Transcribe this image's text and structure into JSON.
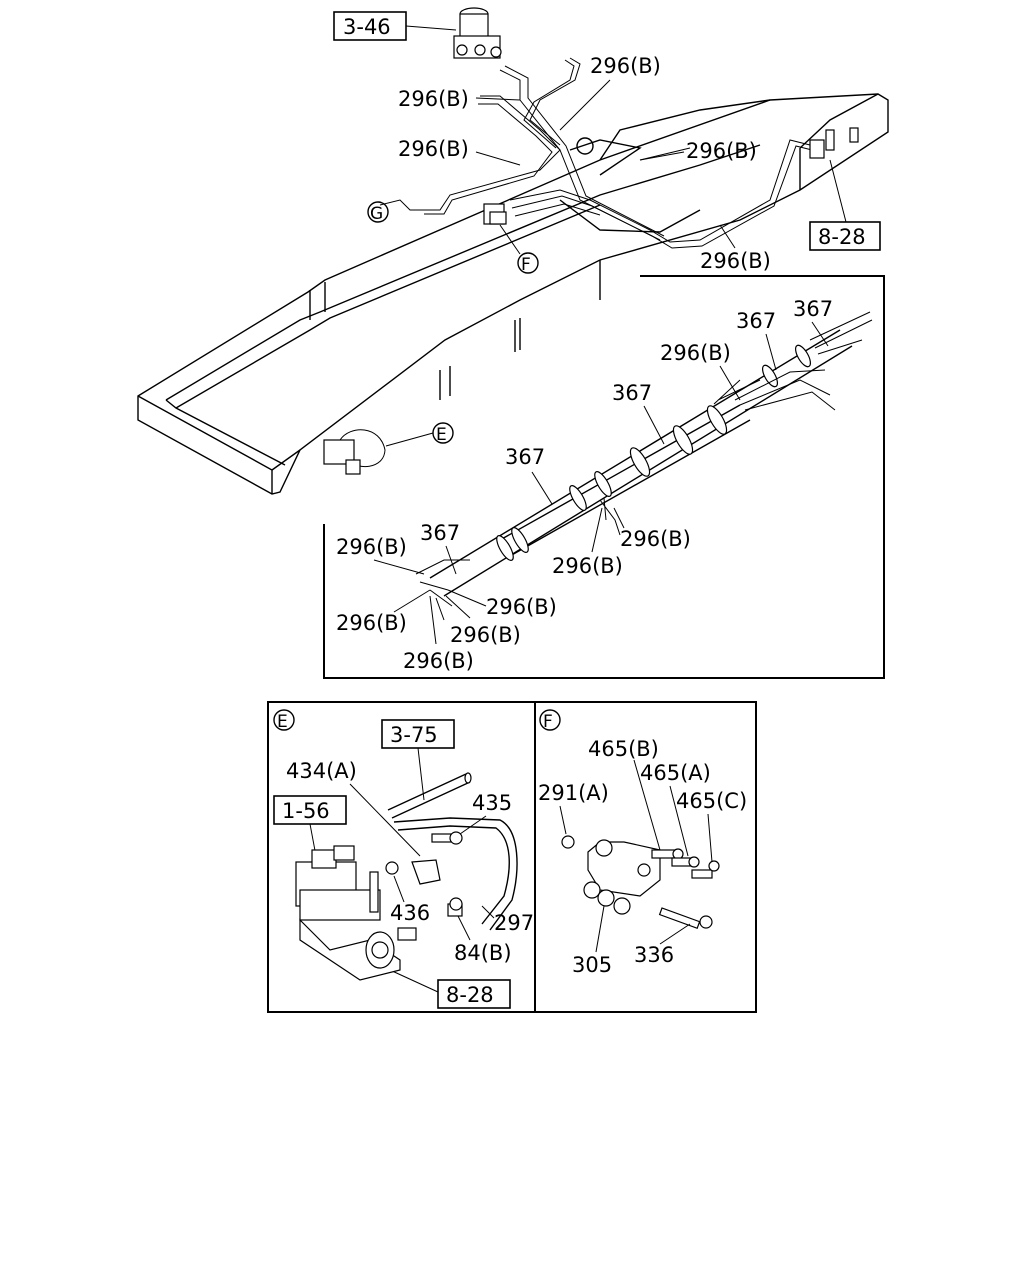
{
  "refs": {
    "r_3_46": "3-46",
    "r_8_28_top": "8-28",
    "r_3_75": "3-75",
    "r_1_56": "1-56",
    "r_8_28_e": "8-28"
  },
  "circles": {
    "g": "G",
    "f": "F",
    "e": "E",
    "panel_e": "E",
    "panel_f": "F"
  },
  "labels": {
    "t1": "296(B)",
    "t2": "296(B)",
    "t3": "296(B)",
    "t4": "296(B)",
    "t5": "296(B)",
    "d1": "367",
    "d2": "367",
    "d3": "296(B)",
    "d4": "367",
    "d5": "367",
    "d6": "367",
    "d7": "296(B)",
    "d8": "296(B)",
    "d9": "296(B)",
    "d10": "296(B)",
    "d11": "296(B)",
    "d12": "296(B)",
    "d13": "296(B)",
    "e1": "434(A)",
    "e2": "435",
    "e3": "436",
    "e4": "297",
    "e5": "84(B)",
    "f1": "465(B)",
    "f2": "465(A)",
    "f3": "291(A)",
    "f4": "465(C)",
    "f5": "305",
    "f6": "336"
  }
}
